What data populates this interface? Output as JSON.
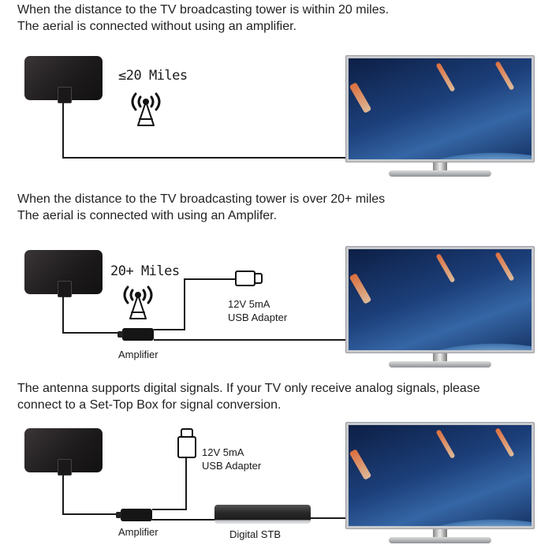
{
  "section1": {
    "caption_line1": "When the distance to the TV broadcasting tower is within 20 miles.",
    "caption_line2": "The aerial is connected without using an amplifier.",
    "distance_label": "≤20 Miles",
    "icon": "broadcast-tower-icon"
  },
  "section2": {
    "caption_line1": "When the distance to the TV broadcasting tower is over 20+ miles",
    "caption_line2": "The aerial is connected with using an Amplifer.",
    "distance_label": "20+ Miles",
    "icon": "broadcast-tower-icon",
    "usb_label_line1": "12V 5mA",
    "usb_label_line2": "USB Adapter",
    "amplifier_label": "Amplifier"
  },
  "section3": {
    "caption_line1": "The antenna supports digital signals. If your TV only receive analog signals, please",
    "caption_line2": "connect to a Set-Top Box for signal conversion.",
    "usb_label_line1": "12V 5mA",
    "usb_label_line2": "USB Adapter",
    "amplifier_label": "Amplifier",
    "stb_label": "Digital STB"
  },
  "colors": {
    "wire": "#1a1a1a",
    "antenna": "#231f20",
    "tv_frame": "#c7c9cc"
  }
}
